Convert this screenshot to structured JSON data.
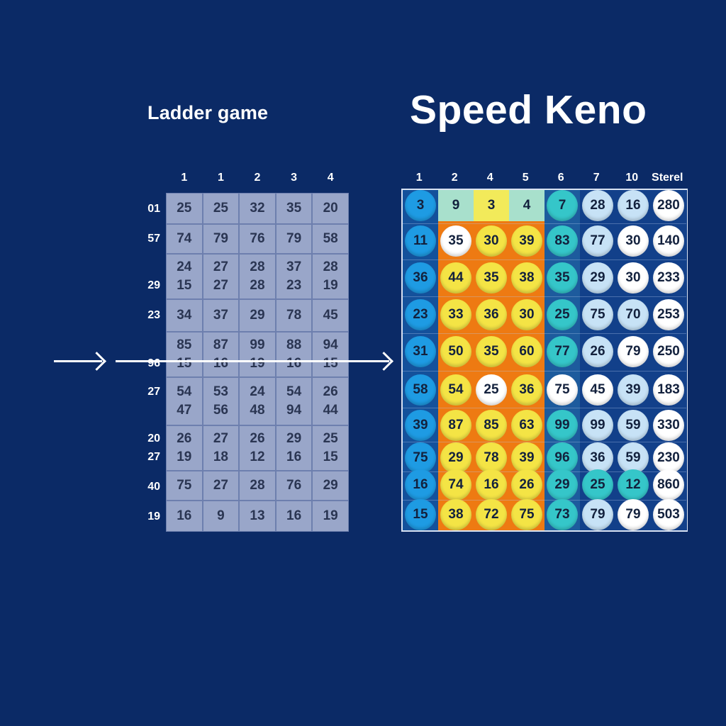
{
  "titles": {
    "ladder": "Ladder game",
    "keno": "Speed Keno"
  },
  "ladder": {
    "headers": [
      "1",
      "1",
      "2",
      "3",
      "4"
    ],
    "row_labels": [
      "01",
      "57",
      "29",
      "23",
      "96",
      "27",
      "20",
      "27",
      "40",
      "19"
    ],
    "rows": [
      [
        [
          "25"
        ],
        [
          "25"
        ],
        [
          "32"
        ],
        [
          "35"
        ],
        [
          "20"
        ]
      ],
      [
        [
          "74"
        ],
        [
          "79"
        ],
        [
          "76"
        ],
        [
          "79"
        ],
        [
          "58"
        ]
      ],
      [
        [
          "24",
          "15"
        ],
        [
          "27",
          "27"
        ],
        [
          "28",
          "28"
        ],
        [
          "37",
          "23"
        ],
        [
          "28",
          "19"
        ]
      ],
      [
        [
          "34"
        ],
        [
          "37"
        ],
        [
          "29"
        ],
        [
          "78"
        ],
        [
          "45"
        ]
      ],
      [
        [
          "85",
          "15"
        ],
        [
          "87",
          "16"
        ],
        [
          "99",
          "19"
        ],
        [
          "88",
          "16"
        ],
        [
          "94",
          "15"
        ]
      ],
      [
        [
          "54",
          "47"
        ],
        [
          "53",
          "56"
        ],
        [
          "24",
          "48"
        ],
        [
          "54",
          "94"
        ],
        [
          "26",
          "44"
        ]
      ],
      [
        [
          "26",
          "19"
        ],
        [
          "27",
          "18"
        ],
        [
          "26",
          "12"
        ],
        [
          "29",
          "16"
        ],
        [
          "25",
          "15"
        ]
      ],
      [
        [
          "75"
        ],
        [
          "27"
        ],
        [
          "28"
        ],
        [
          "76"
        ],
        [
          "29"
        ]
      ],
      [
        [
          "16"
        ],
        [
          "9"
        ],
        [
          "13"
        ],
        [
          "16"
        ],
        [
          "19"
        ]
      ]
    ]
  },
  "keno": {
    "headers": [
      "1",
      "2",
      "4",
      "5",
      "6",
      "7",
      "10",
      "Sterel"
    ],
    "colors": {
      "blue": "#1e9be3",
      "yellow": "#f4e445",
      "orange": "#ee7a12",
      "white": "#ffffff",
      "teal": "#35c6c9",
      "light": "#c7e2f6",
      "mint": "#a8e0cc",
      "yellow_tile": "#f2ea5a"
    },
    "rows": [
      [
        "3",
        "9",
        "3",
        "4",
        "7",
        "28",
        "16",
        "280"
      ],
      [
        "11",
        "35",
        "30",
        "39",
        "83",
        "77",
        "30",
        "140"
      ],
      [
        "36",
        "44",
        "35",
        "38",
        "35",
        "29",
        "30",
        "233"
      ],
      [
        "23",
        "33",
        "36",
        "30",
        "25",
        "75",
        "70",
        "253"
      ],
      [
        "31",
        "50",
        "35",
        "60",
        "77",
        "26",
        "79",
        "250"
      ],
      [
        "58",
        "54",
        "25",
        "36",
        "75",
        "45",
        "39",
        "183"
      ],
      [
        "39",
        "87",
        "85",
        "63",
        "99",
        "99",
        "59",
        "330"
      ],
      [
        "75",
        "29",
        "78",
        "39",
        "96",
        "36",
        "59",
        "230"
      ],
      [
        "16",
        "74",
        "16",
        "26",
        "29",
        "25",
        "12",
        "860"
      ],
      [
        "15",
        "38",
        "72",
        "75",
        "73",
        "79",
        "79",
        "503"
      ]
    ],
    "ball_colors": [
      [
        "blue",
        "mint",
        "yellow_tile",
        "mint",
        "teal",
        "light",
        "light",
        "white"
      ],
      [
        "blue",
        "white",
        "yellow",
        "yellow",
        "teal",
        "light",
        "white",
        "white"
      ],
      [
        "blue",
        "yellow",
        "yellow",
        "yellow",
        "teal",
        "light",
        "white",
        "white"
      ],
      [
        "blue",
        "yellow",
        "yellow",
        "yellow",
        "teal",
        "light",
        "light",
        "white"
      ],
      [
        "blue",
        "yellow",
        "yellow",
        "yellow",
        "teal",
        "light",
        "white",
        "white"
      ],
      [
        "blue",
        "yellow",
        "white",
        "yellow",
        "white",
        "white",
        "light",
        "white"
      ],
      [
        "blue",
        "yellow",
        "yellow",
        "yellow",
        "teal",
        "light",
        "light",
        "white"
      ],
      [
        "blue",
        "yellow",
        "yellow",
        "yellow",
        "teal",
        "light",
        "light",
        "white"
      ],
      [
        "blue",
        "yellow",
        "yellow",
        "yellow",
        "teal",
        "teal",
        "teal",
        "white"
      ],
      [
        "blue",
        "yellow",
        "yellow",
        "yellow",
        "teal",
        "light",
        "white",
        "white"
      ]
    ]
  }
}
